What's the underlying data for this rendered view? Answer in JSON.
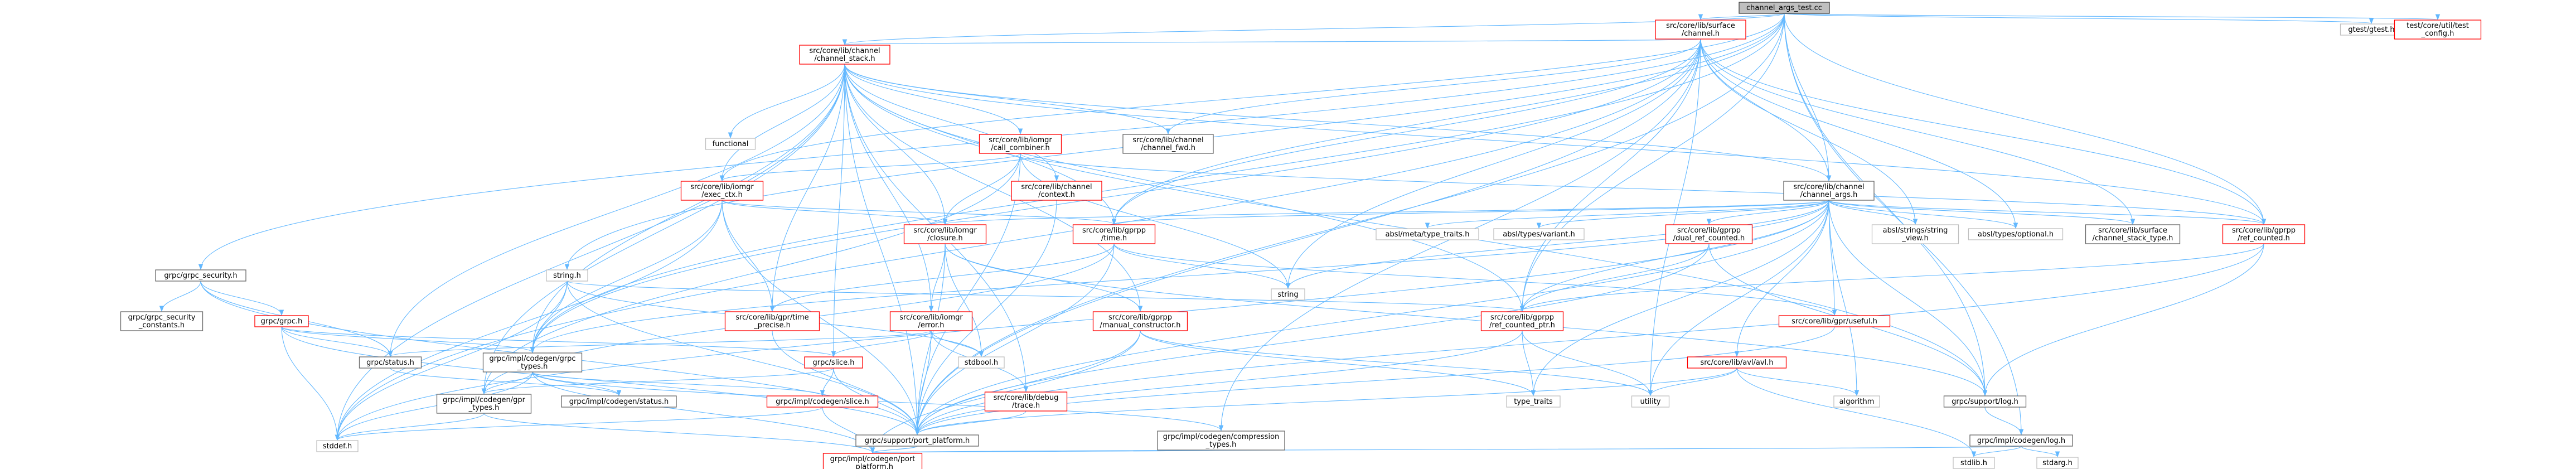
{
  "nodes": [
    {
      "id": "root",
      "lines": [
        "channel_args_test.cc"
      ],
      "style": "root"
    },
    {
      "id": "surface_channel",
      "lines": [
        "src/core/lib/surface",
        "/channel.h"
      ],
      "style": "red"
    },
    {
      "id": "gtest",
      "lines": [
        "gtest/gtest.h"
      ],
      "style": "gray"
    },
    {
      "id": "test_config",
      "lines": [
        "test/core/util/test",
        "_config.h"
      ],
      "style": "red"
    },
    {
      "id": "channel_stack",
      "lines": [
        "src/core/lib/channel",
        "/channel_stack.h"
      ],
      "style": "red"
    },
    {
      "id": "channel_args",
      "lines": [
        "src/core/lib/channel",
        "/channel_args.h"
      ],
      "style": "black"
    },
    {
      "id": "grpc_security",
      "lines": [
        "grpc/grpc_security.h"
      ],
      "style": "black"
    },
    {
      "id": "string_h",
      "lines": [
        "string.h"
      ],
      "style": "gray"
    },
    {
      "id": "call_combiner",
      "lines": [
        "src/core/lib/iomgr",
        "/call_combiner.h"
      ],
      "style": "red"
    },
    {
      "id": "channel_fwd",
      "lines": [
        "src/core/lib/channel",
        "/channel_fwd.h"
      ],
      "style": "black"
    },
    {
      "id": "functional",
      "lines": [
        "functional"
      ],
      "style": "gray"
    },
    {
      "id": "exec_ctx",
      "lines": [
        "src/core/lib/iomgr",
        "/exec_ctx.h"
      ],
      "style": "red"
    },
    {
      "id": "context",
      "lines": [
        "src/core/lib/channel",
        "/context.h"
      ],
      "style": "red"
    },
    {
      "id": "closure",
      "lines": [
        "src/core/lib/iomgr",
        "/closure.h"
      ],
      "style": "red"
    },
    {
      "id": "gpr_time",
      "lines": [
        "src/core/lib/gprpp",
        "/time.h"
      ],
      "style": "red"
    },
    {
      "id": "meta_type_traits",
      "lines": [
        "absl/meta/type_traits.h"
      ],
      "style": "gray"
    },
    {
      "id": "absl_variant",
      "lines": [
        "absl/types/variant.h"
      ],
      "style": "gray"
    },
    {
      "id": "dual_ref_counted",
      "lines": [
        "src/core/lib/gprpp",
        "/dual_ref_counted.h"
      ],
      "style": "red"
    },
    {
      "id": "string_view",
      "lines": [
        "absl/strings/string",
        "_view.h"
      ],
      "style": "gray"
    },
    {
      "id": "absl_optional",
      "lines": [
        "absl/types/optional.h"
      ],
      "style": "gray"
    },
    {
      "id": "channel_stack_type",
      "lines": [
        "src/core/lib/surface",
        "/channel_stack_type.h"
      ],
      "style": "black"
    },
    {
      "id": "ref_counted",
      "lines": [
        "src/core/lib/gprpp",
        "/ref_counted.h"
      ],
      "style": "red"
    },
    {
      "id": "grpc_security_constants",
      "lines": [
        "grpc/grpc_security",
        "_constants.h"
      ],
      "style": "black"
    },
    {
      "id": "grpc_h",
      "lines": [
        "grpc/grpc.h"
      ],
      "style": "red"
    },
    {
      "id": "time_precise",
      "lines": [
        "src/core/lib/gpr/time",
        "_precise.h"
      ],
      "style": "red"
    },
    {
      "id": "iomgr_error",
      "lines": [
        "src/core/lib/iomgr",
        "/error.h"
      ],
      "style": "red"
    },
    {
      "id": "manual_constructor",
      "lines": [
        "src/core/lib/gprpp",
        "/manual_constructor.h"
      ],
      "style": "red"
    },
    {
      "id": "string_std",
      "lines": [
        "string"
      ],
      "style": "gray"
    },
    {
      "id": "ref_counted_ptr",
      "lines": [
        "src/core/lib/gprpp",
        "/ref_counted_ptr.h"
      ],
      "style": "red"
    },
    {
      "id": "useful",
      "lines": [
        "src/core/lib/gpr/useful.h"
      ],
      "style": "red"
    },
    {
      "id": "avl",
      "lines": [
        "src/core/lib/avl/avl.h"
      ],
      "style": "red"
    },
    {
      "id": "status_h",
      "lines": [
        "grpc/status.h"
      ],
      "style": "black"
    },
    {
      "id": "grpc_types",
      "lines": [
        "grpc/impl/codegen/grpc",
        "_types.h"
      ],
      "style": "black"
    },
    {
      "id": "slice_h",
      "lines": [
        "grpc/slice.h"
      ],
      "style": "red"
    },
    {
      "id": "stdbool",
      "lines": [
        "stdbool.h"
      ],
      "style": "gray"
    },
    {
      "id": "debug_trace",
      "lines": [
        "src/core/lib/debug",
        "/trace.h"
      ],
      "style": "red"
    },
    {
      "id": "type_traits",
      "lines": [
        "type_traits"
      ],
      "style": "gray"
    },
    {
      "id": "utility",
      "lines": [
        "utility"
      ],
      "style": "gray"
    },
    {
      "id": "algorithm",
      "lines": [
        "algorithm"
      ],
      "style": "gray"
    },
    {
      "id": "support_log",
      "lines": [
        "grpc/support/log.h"
      ],
      "style": "black"
    },
    {
      "id": "gpr_types",
      "lines": [
        "grpc/impl/codegen/gpr",
        "_types.h"
      ],
      "style": "black"
    },
    {
      "id": "codegen_status",
      "lines": [
        "grpc/impl/codegen/status.h"
      ],
      "style": "black"
    },
    {
      "id": "port_platform_support",
      "lines": [
        "grpc/support/port_platform.h"
      ],
      "style": "black"
    },
    {
      "id": "compression_types",
      "lines": [
        "grpc/impl/codegen/compression",
        "_types.h"
      ],
      "style": "black"
    },
    {
      "id": "codegen_log",
      "lines": [
        "grpc/impl/codegen/log.h"
      ],
      "style": "black"
    },
    {
      "id": "codegen_slice",
      "lines": [
        "grpc/impl/codegen/slice.h"
      ],
      "style": "red"
    },
    {
      "id": "stddef",
      "lines": [
        "stddef.h"
      ],
      "style": "gray"
    },
    {
      "id": "port_platform_codegen",
      "lines": [
        "grpc/impl/codegen/port",
        "_platform.h"
      ],
      "style": "red"
    },
    {
      "id": "stdlib",
      "lines": [
        "stdlib.h"
      ],
      "style": "gray"
    },
    {
      "id": "stdarg",
      "lines": [
        "stdarg.h"
      ],
      "style": "gray"
    }
  ],
  "edges": [
    [
      "root",
      "surface_channel"
    ],
    [
      "root",
      "gtest"
    ],
    [
      "root",
      "test_config"
    ],
    [
      "root",
      "channel_stack"
    ],
    [
      "root",
      "channel_args"
    ],
    [
      "root",
      "grpc_security"
    ],
    [
      "root",
      "string_h"
    ],
    [
      "root",
      "exec_ctx"
    ],
    [
      "root",
      "gpr_time"
    ],
    [
      "root",
      "ref_counted"
    ],
    [
      "root",
      "ref_counted_ptr"
    ],
    [
      "root",
      "grpc_types"
    ],
    [
      "root",
      "support_log"
    ],
    [
      "root",
      "port_platform_support"
    ],
    [
      "root",
      "codegen_log"
    ],
    [
      "surface_channel",
      "channel_stack"
    ],
    [
      "surface_channel",
      "channel_args"
    ],
    [
      "surface_channel",
      "channel_fwd"
    ],
    [
      "surface_channel",
      "string_view"
    ],
    [
      "surface_channel",
      "absl_optional"
    ],
    [
      "surface_channel",
      "channel_stack_type"
    ],
    [
      "surface_channel",
      "ref_counted"
    ],
    [
      "surface_channel",
      "ref_counted_ptr"
    ],
    [
      "surface_channel",
      "string_std"
    ],
    [
      "surface_channel",
      "gpr_time"
    ],
    [
      "surface_channel",
      "grpc_types"
    ],
    [
      "surface_channel",
      "stddef"
    ],
    [
      "surface_channel",
      "compression_types"
    ],
    [
      "surface_channel",
      "port_platform_support"
    ],
    [
      "surface_channel",
      "utility"
    ],
    [
      "channel_stack",
      "call_combiner"
    ],
    [
      "channel_stack",
      "channel_fwd"
    ],
    [
      "channel_stack",
      "functional"
    ],
    [
      "channel_stack",
      "exec_ctx"
    ],
    [
      "channel_stack",
      "context"
    ],
    [
      "channel_stack",
      "closure"
    ],
    [
      "channel_stack",
      "gpr_time"
    ],
    [
      "channel_stack",
      "channel_args"
    ],
    [
      "channel_stack",
      "manual_constructor"
    ],
    [
      "channel_stack",
      "iomgr_error"
    ],
    [
      "channel_stack",
      "slice_h"
    ],
    [
      "channel_stack",
      "grpc_types"
    ],
    [
      "channel_stack",
      "time_precise"
    ],
    [
      "channel_stack",
      "gpr_types"
    ],
    [
      "channel_stack",
      "status_h"
    ],
    [
      "channel_stack",
      "port_platform_support"
    ],
    [
      "channel_stack",
      "stddef"
    ],
    [
      "channel_stack",
      "ref_counted_ptr"
    ],
    [
      "channel_stack",
      "ref_counted"
    ],
    [
      "channel_stack",
      "debug_trace"
    ],
    [
      "channel_stack",
      "support_log"
    ],
    [
      "channel_args",
      "gpr_time"
    ],
    [
      "channel_args",
      "meta_type_traits"
    ],
    [
      "channel_args",
      "absl_variant"
    ],
    [
      "channel_args",
      "dual_ref_counted"
    ],
    [
      "channel_args",
      "string_view"
    ],
    [
      "channel_args",
      "absl_optional"
    ],
    [
      "channel_args",
      "channel_stack_type"
    ],
    [
      "channel_args",
      "ref_counted"
    ],
    [
      "channel_args",
      "ref_counted_ptr"
    ],
    [
      "channel_args",
      "useful"
    ],
    [
      "channel_args",
      "avl"
    ],
    [
      "channel_args",
      "string_std"
    ],
    [
      "channel_args",
      "type_traits"
    ],
    [
      "channel_args",
      "utility"
    ],
    [
      "channel_args",
      "algorithm"
    ],
    [
      "channel_args",
      "support_log"
    ],
    [
      "channel_args",
      "port_platform_support"
    ],
    [
      "channel_args",
      "stddef"
    ],
    [
      "channel_args",
      "grpc_types"
    ],
    [
      "channel_args",
      "closure"
    ],
    [
      "grpc_security",
      "grpc_security_constants"
    ],
    [
      "grpc_security",
      "grpc_h"
    ],
    [
      "grpc_security",
      "status_h"
    ],
    [
      "grpc_security",
      "port_platform_support"
    ],
    [
      "string_h",
      "stddef"
    ],
    [
      "string_h",
      "ref_counted_ptr"
    ],
    [
      "string_h",
      "grpc_types"
    ],
    [
      "string_h",
      "port_platform_support"
    ],
    [
      "string_h",
      "stdbool"
    ],
    [
      "call_combiner",
      "exec_ctx"
    ],
    [
      "call_combiner",
      "closure"
    ],
    [
      "call_combiner",
      "string_std"
    ],
    [
      "call_combiner",
      "port_platform_support"
    ],
    [
      "call_combiner",
      "ref_counted"
    ],
    [
      "call_combiner",
      "gpr_types"
    ],
    [
      "exec_ctx",
      "closure"
    ],
    [
      "exec_ctx",
      "gpr_time"
    ],
    [
      "exec_ctx",
      "time_precise"
    ],
    [
      "exec_ctx",
      "grpc_types"
    ],
    [
      "exec_ctx",
      "port_platform_support"
    ],
    [
      "exec_ctx",
      "stddef"
    ],
    [
      "context",
      "port_platform_support"
    ],
    [
      "closure",
      "iomgr_error"
    ],
    [
      "closure",
      "manual_constructor"
    ],
    [
      "closure",
      "stdbool"
    ],
    [
      "closure",
      "support_log"
    ],
    [
      "closure",
      "port_platform_support"
    ],
    [
      "gpr_time",
      "string_std"
    ],
    [
      "gpr_time",
      "time_precise"
    ],
    [
      "gpr_time",
      "useful"
    ],
    [
      "gpr_time",
      "gpr_types"
    ],
    [
      "gpr_time",
      "port_platform_support"
    ],
    [
      "dual_ref_counted",
      "ref_counted_ptr"
    ],
    [
      "dual_ref_counted",
      "support_log"
    ],
    [
      "dual_ref_counted",
      "port_platform_support"
    ],
    [
      "ref_counted",
      "ref_counted_ptr"
    ],
    [
      "ref_counted",
      "support_log"
    ],
    [
      "ref_counted",
      "port_platform_support"
    ],
    [
      "grpc_h",
      "status_h"
    ],
    [
      "grpc_h",
      "grpc_types"
    ],
    [
      "grpc_h",
      "slice_h"
    ],
    [
      "grpc_h",
      "stddef"
    ],
    [
      "grpc_h",
      "port_platform_support"
    ],
    [
      "time_precise",
      "port_platform_support"
    ],
    [
      "iomgr_error",
      "slice_h"
    ],
    [
      "iomgr_error",
      "status_h"
    ],
    [
      "iomgr_error",
      "debug_trace"
    ],
    [
      "iomgr_error",
      "stdbool"
    ],
    [
      "iomgr_error",
      "port_platform_support"
    ],
    [
      "manual_constructor",
      "type_traits"
    ],
    [
      "manual_constructor",
      "utility"
    ],
    [
      "manual_constructor",
      "port_platform_support"
    ],
    [
      "manual_constructor",
      "port_platform_codegen"
    ],
    [
      "ref_counted_ptr",
      "type_traits"
    ],
    [
      "ref_counted_ptr",
      "utility"
    ],
    [
      "ref_counted_ptr",
      "port_platform_support"
    ],
    [
      "useful",
      "port_platform_support"
    ],
    [
      "avl",
      "utility"
    ],
    [
      "avl",
      "algorithm"
    ],
    [
      "avl",
      "stdlib"
    ],
    [
      "avl",
      "port_platform_support"
    ],
    [
      "status_h",
      "codegen_status"
    ],
    [
      "grpc_types",
      "gpr_types"
    ],
    [
      "grpc_types",
      "codegen_slice"
    ],
    [
      "grpc_types",
      "compression_types"
    ],
    [
      "grpc_types",
      "stddef"
    ],
    [
      "grpc_types",
      "port_platform_codegen"
    ],
    [
      "grpc_types",
      "codegen_status"
    ],
    [
      "slice_h",
      "codegen_slice"
    ],
    [
      "slice_h",
      "port_platform_support"
    ],
    [
      "slice_h",
      "gpr_types"
    ],
    [
      "debug_trace",
      "port_platform_support"
    ],
    [
      "support_log",
      "codegen_log"
    ],
    [
      "gpr_types",
      "stddef"
    ],
    [
      "gpr_types",
      "port_platform_codegen"
    ],
    [
      "codegen_log",
      "port_platform_codegen"
    ],
    [
      "codegen_log",
      "stdlib"
    ],
    [
      "codegen_log",
      "stdarg"
    ],
    [
      "codegen_slice",
      "stddef"
    ],
    [
      "codegen_slice",
      "port_platform_codegen"
    ],
    [
      "port_platform_support",
      "port_platform_codegen"
    ],
    [
      "compression_types",
      "port_platform_codegen"
    ]
  ]
}
